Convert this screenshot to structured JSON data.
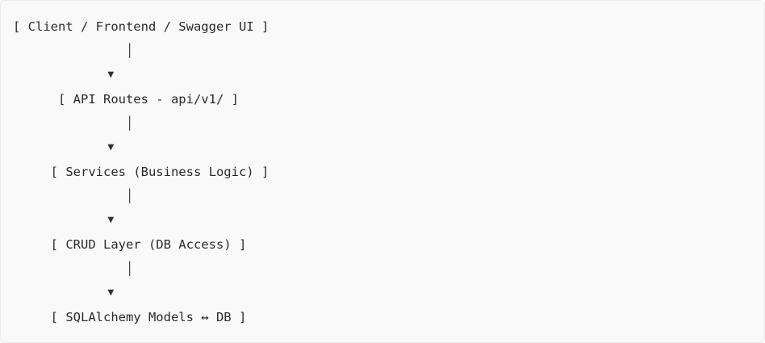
{
  "diagram": {
    "lines": [
      {
        "role": "node",
        "text": "[ Client / Frontend / Swagger UI ]"
      },
      {
        "role": "connector",
        "text": "               │"
      },
      {
        "role": "arrow",
        "text": "               ▼"
      },
      {
        "role": "node",
        "text": "      [ API Routes - api/v1/ ]"
      },
      {
        "role": "connector",
        "text": "               │"
      },
      {
        "role": "arrow",
        "text": "               ▼"
      },
      {
        "role": "node",
        "text": "     [ Services (Business Logic) ]"
      },
      {
        "role": "connector",
        "text": "               │"
      },
      {
        "role": "arrow",
        "text": "               ▼"
      },
      {
        "role": "node",
        "text": "     [ CRUD Layer (DB Access) ]"
      },
      {
        "role": "connector",
        "text": "               │"
      },
      {
        "role": "arrow",
        "text": "               ▼"
      },
      {
        "role": "node",
        "text": "     [ SQLAlchemy Models ↔ DB ]"
      }
    ]
  }
}
